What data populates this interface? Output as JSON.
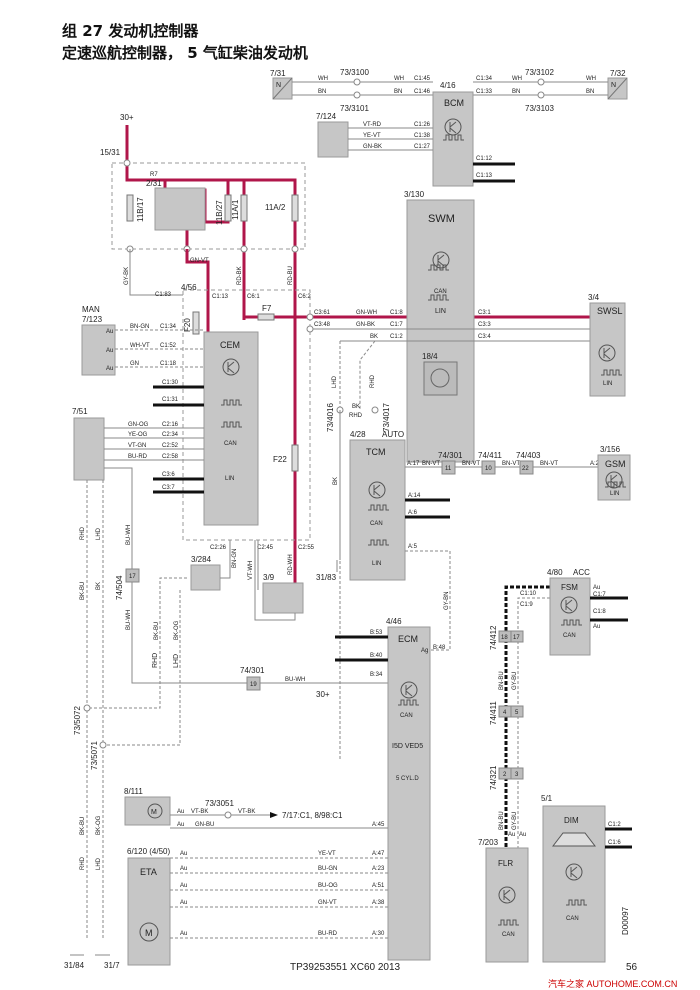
{
  "header": {
    "title": "组 27 发动机控制器",
    "subtitle": "定速巡航控制器， 5 气缸柴油发动机"
  },
  "components": {
    "bcm": {
      "id": "4/16",
      "name": "BCM"
    },
    "sensor_7_31": {
      "id": "7/31",
      "glyph": "N"
    },
    "sensor_7_32": {
      "id": "7/32",
      "glyph": "N"
    },
    "sensor_7_124": {
      "id": "7/124"
    },
    "fusebox": {
      "id": "15/31",
      "relay": "2/31",
      "relay_ref": "R7",
      "fuses": [
        "11B/17",
        "11B/27",
        "11A/1",
        "11A/2"
      ],
      "supply": "30+"
    },
    "cem": {
      "id": "4/56",
      "name": "CEM",
      "fuses": [
        "F20",
        "F7",
        "F22"
      ]
    },
    "man": {
      "id": "7/123",
      "name": "MAN"
    },
    "sensor_7_51": {
      "id": "7/51"
    },
    "swm": {
      "id": "3/130",
      "name": "SWM",
      "sub_id": "18/4"
    },
    "swsl": {
      "id": "3/4",
      "name": "SWSL"
    },
    "tcm": {
      "id": "4/28",
      "name": "TCM",
      "variant": "AUTO"
    },
    "gsm": {
      "id": "3/156",
      "name": "GSM"
    },
    "sw_3_284": {
      "id": "3/284"
    },
    "sw_3_9": {
      "id": "3/9"
    },
    "ecm": {
      "id": "4/46",
      "name": "ECM",
      "line1": "I5D VED5",
      "line2": "5 CYL.D"
    },
    "fsm": {
      "id": "4/80",
      "name": "FSM",
      "variant": "ACC"
    },
    "dim": {
      "id": "5/1",
      "name": "DIM"
    },
    "flr": {
      "id": "7/203",
      "name": "FLR"
    },
    "pedal": {
      "id": "8/111"
    },
    "eta": {
      "id": "6/120 (4/50)",
      "name": "ETA"
    }
  },
  "signals": {
    "can": "CAN",
    "lin": "LIN",
    "motor": "M"
  },
  "splices": [
    "73/3100",
    "73/3101",
    "73/3102",
    "73/3103",
    "73/4016",
    "73/4017",
    "73/5072",
    "73/5071",
    "73/3051"
  ],
  "connectors": {
    "c74_301a": {
      "id": "74/301",
      "pin": "11"
    },
    "c74_411a": {
      "id": "74/411",
      "pin": "10"
    },
    "c74_403": {
      "id": "74/403",
      "pin": "22"
    },
    "c74_504": {
      "id": "74/504",
      "pin": "17"
    },
    "c74_301b": {
      "id": "74/301",
      "pin": "19"
    },
    "c74_412": {
      "id": "74/412",
      "pins": [
        "18",
        "17"
      ]
    },
    "c74_411b": {
      "id": "74/411",
      "pins": [
        "4",
        "5"
      ]
    },
    "c74_321": {
      "id": "74/321",
      "pins": [
        "2",
        "3"
      ]
    }
  },
  "grounds": [
    "31/83",
    "31/84",
    "31/7"
  ],
  "wires": {
    "wh": "WH",
    "bn": "BN",
    "vt_rd": "VT-RD",
    "ye_vt": "YE-VT",
    "gn_bk": "GN-BK",
    "gy_bk": "GY-BK",
    "gn_vt": "GN-VT",
    "rd_bk": "RD-BK",
    "rd_bu": "RD-BU",
    "bn_gn": "BN-GN",
    "wh_vt": "WH-VT",
    "gn": "GN",
    "gn_og": "GN-OG",
    "ye_og": "YE-OG",
    "vt_gn": "VT-GN",
    "bu_rd": "BU-RD",
    "gn_wh": "GN-WH",
    "bk": "BK",
    "bn_vt": "BN-VT",
    "bu_wh": "BU-WH",
    "bk_bu": "BK-BU",
    "bk_og": "BK-OG",
    "vt_wh": "VT-WH",
    "rd_wh": "RD-WH",
    "bn_gn2": "BN-GN",
    "gy_bn": "GY-BN",
    "vt_bk": "VT-BK",
    "gn_bu": "GN-BU",
    "bu_gn": "BU-GN",
    "bu_og": "BU-OG",
    "bn_bu": "BN-BU",
    "gy_bu": "GY-BU",
    "rhd": "RHD",
    "lhd": "LHD"
  },
  "pins": {
    "bcm": [
      "C1:45",
      "C1:46",
      "C1:34",
      "C1:33",
      "C1:26",
      "C1:38",
      "C1:27",
      "C1:12",
      "C1:13"
    ],
    "cem": [
      "C1:83",
      "C1:13",
      "C6:1",
      "C6:2",
      "C3:61",
      "C3:48",
      "C1:34",
      "C1:52",
      "C1:18",
      "C1:30",
      "C1:31",
      "C2:16",
      "C2:34",
      "C2:52",
      "C2:58",
      "C3:6",
      "C3:7",
      "C2:26",
      "C2:45",
      "C2:55"
    ],
    "swm": [
      "C1:8",
      "C1:7",
      "C1:2",
      "C3:1",
      "C3:3",
      "C3:4"
    ],
    "tcm": [
      "A:17",
      "A:14",
      "A:6",
      "A:5"
    ],
    "gsm": [
      "A:2"
    ],
    "ecm": [
      "B:53",
      "B:40",
      "B:34",
      "B:48",
      "A:45",
      "A:47",
      "A:23",
      "A:51",
      "A:38",
      "A:30"
    ],
    "fsm": [
      "C1:10",
      "C1:9",
      "C1:7",
      "C1:8"
    ],
    "dim": [
      "C1:2",
      "C1:6"
    ],
    "au": "Au",
    "ag": "Ag"
  },
  "reference": "7/17:C1, 8/98:C1",
  "ecm_supply": "30+",
  "drawing_id": "D00097",
  "footer": {
    "doc": "TP39253551 XC60 2013",
    "page": "56",
    "watermark": "汽车之家 AUTOHOME.COM.CN"
  }
}
